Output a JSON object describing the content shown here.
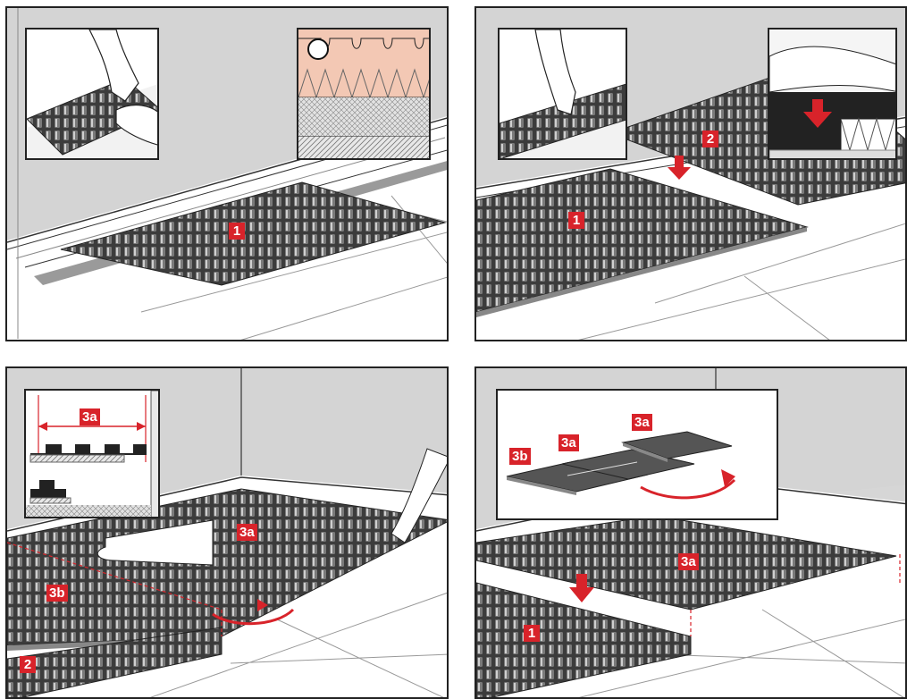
{
  "panels": [
    {
      "id": "panel-1",
      "labels": [
        "1"
      ]
    },
    {
      "id": "panel-2",
      "labels": [
        "1",
        "2"
      ]
    },
    {
      "id": "panel-3",
      "labels": [
        "3a",
        "3a",
        "3b",
        "2"
      ]
    },
    {
      "id": "panel-4",
      "labels": [
        "3b",
        "3a",
        "3a",
        "3a",
        "1"
      ]
    }
  ],
  "colors": {
    "accent": "#d8232a",
    "wall": "#d6d6d6",
    "floor": "#ffffff",
    "mat": "#4a4a4a"
  }
}
